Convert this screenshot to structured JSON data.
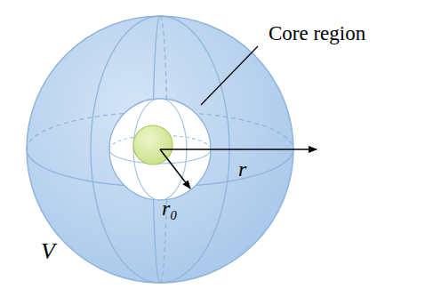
{
  "diagram": {
    "labels": [
      "Core region",
      "r",
      "r₀",
      "V"
    ]
  }
}
